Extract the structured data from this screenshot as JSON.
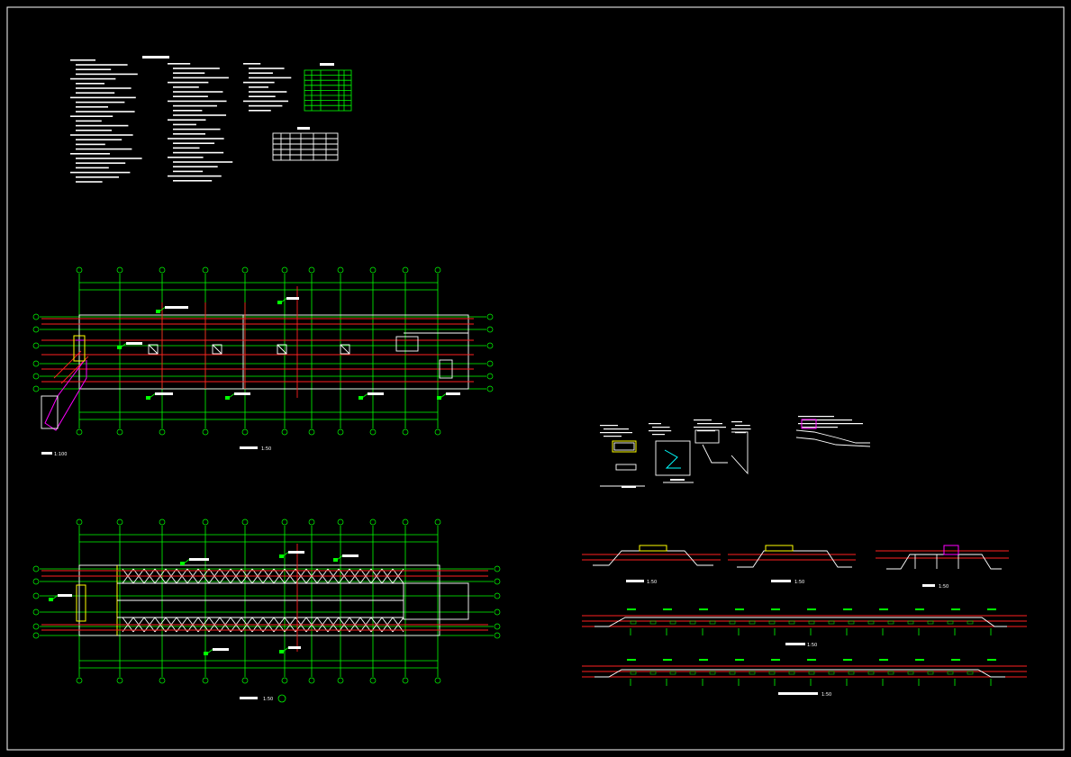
{
  "drawing": {
    "background": "#000000",
    "colors": {
      "frame": "#ffffff",
      "grid": "#00ff00",
      "wall": "#ffffff",
      "pipe": "#ff2020",
      "accent": "#ff00ff",
      "note": "#ffff00",
      "detail": "#00ffff"
    },
    "captions": {
      "plan1_left_label": "1:100",
      "plan1_scale": "1:50",
      "plan2_scale": "1:50",
      "section1_scale": "1:50",
      "section2_scale": "1:50",
      "section3_scale": "1:50",
      "long_section1_scale": "1:50",
      "long_section2_scale": "1:50"
    }
  }
}
